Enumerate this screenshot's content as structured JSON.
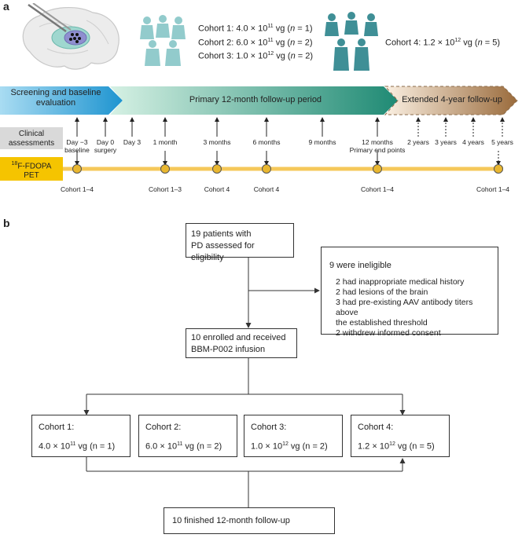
{
  "panel_a": {
    "label": "a",
    "cohorts_left": [
      {
        "prefix": "Cohort 1: ",
        "dose": "4.0 × 10",
        "exp": "11",
        "unit": " vg (",
        "n_label": "n",
        "n_rest": " = 1)"
      },
      {
        "prefix": "Cohort 2: ",
        "dose": "6.0 × 10",
        "exp": "11",
        "unit": " vg (",
        "n_label": "n",
        "n_rest": " = 2)"
      },
      {
        "prefix": "Cohort 3: ",
        "dose": "1.0 × 10",
        "exp": "12",
        "unit": " vg (",
        "n_label": "n",
        "n_rest": " = 2)"
      }
    ],
    "cohort_right": {
      "prefix": "Cohort 4: ",
      "dose": "1.2 × 10",
      "exp": "12",
      "unit": " vg (",
      "n_label": "n",
      "n_rest": " = 5)"
    },
    "phases": {
      "screening": "Screening and baseline\nevaluation",
      "primary": "Primary 12-month follow-up period",
      "extended": "Extended 4-year follow-up"
    },
    "row_labels": {
      "clinical": "Clinical\nassessments",
      "pet_sup": "18",
      "pet": "F-FDOPA\nPET"
    },
    "timepoints": [
      {
        "label": "Day −3\nbaseline"
      },
      {
        "label": "Day 0\nsurgery"
      },
      {
        "label": "Day 3"
      },
      {
        "label": "1 month"
      },
      {
        "label": "3 months"
      },
      {
        "label": "6 months"
      },
      {
        "label": "9 months"
      },
      {
        "label": "12 months\nPrimary end points"
      },
      {
        "label": "2 years"
      },
      {
        "label": "3 years"
      },
      {
        "label": "4 years"
      },
      {
        "label": "5 years"
      }
    ],
    "pet_points": [
      {
        "label": "Cohort 1–4"
      },
      {
        "label": "Cohort 1–3"
      },
      {
        "label": "Cohort 4"
      },
      {
        "label": "Cohort 4"
      },
      {
        "label": "Cohort 1–4"
      },
      {
        "label": "Cohort 1–4"
      }
    ],
    "colors": {
      "screening": "#2aa6d6",
      "primary_start": "#cfeee0",
      "primary_end": "#1f8a74",
      "extended_start": "#f7e6d2",
      "extended_end": "#9a6b3c",
      "clinical_bg": "#d9d9d9",
      "pet_bg": "#f5c400",
      "pet_line": "#f5c85a",
      "pet_dot": "#e9b730",
      "people": "#3f8f96"
    }
  },
  "panel_b": {
    "label": "b",
    "assessed": "19 patients with\nPD assessed for eligibility",
    "ineligible": {
      "title": "9 were ineligible",
      "reasons": [
        "2 had inappropriate medical history",
        "2 had lesions of the brain",
        "3 had pre-existing  AAV antibody titers above\nthe established threshold",
        "2 withdrew informed consent"
      ]
    },
    "enrolled": "10 enrolled and received\nBBM-P002 infusion",
    "cohorts": [
      {
        "name": "Cohort 1:",
        "dose": "4.0 × 10",
        "exp": "11",
        "rest": " vg (n = 1)"
      },
      {
        "name": "Cohort 2:",
        "dose": "6.0 × 10",
        "exp": "11",
        "rest": " vg (n = 2)"
      },
      {
        "name": "Cohort 3:",
        "dose": "1.0 × 10",
        "exp": "12",
        "rest": " vg (n = 2)"
      },
      {
        "name": "Cohort 4:",
        "dose": "1.2 × 10",
        "exp": "12",
        "rest": " vg (n = 5)"
      }
    ],
    "finished": "10 finished 12-month follow-up"
  }
}
